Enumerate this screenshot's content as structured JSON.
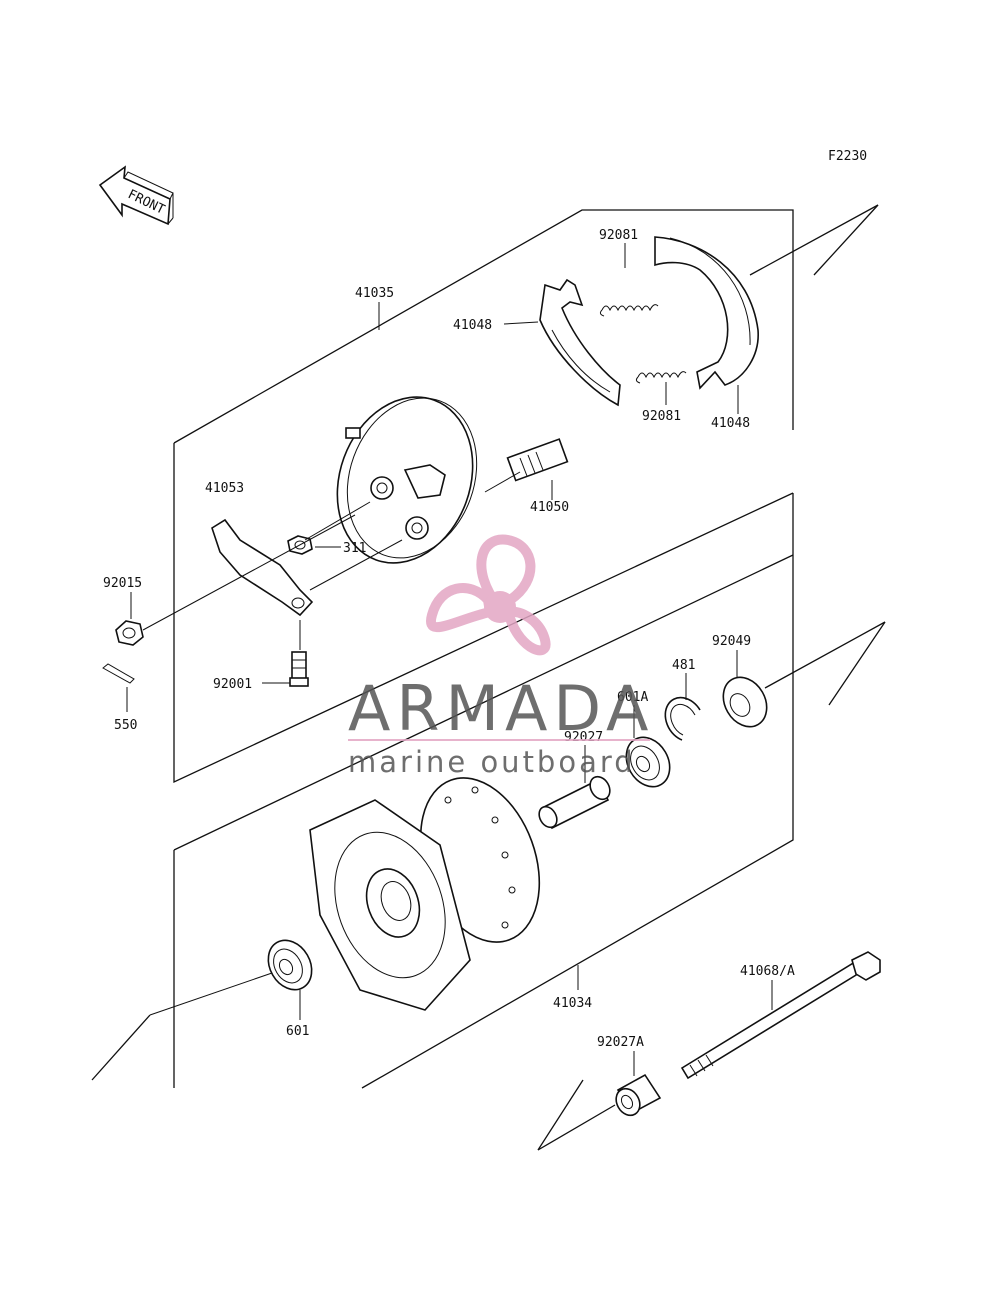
{
  "diagram": {
    "code": "F2230",
    "front_label": "FRONT",
    "parts": {
      "p41035": "41035",
      "p41048_left": "41048",
      "p41048_right": "41048",
      "p92081_top": "92081",
      "p92081_bottom": "92081",
      "p41050": "41050",
      "p41053": "41053",
      "p311": "311",
      "p92015": "92015",
      "p92001": "92001",
      "p550": "550",
      "p92049": "92049",
      "p481": "481",
      "p601A": "601A",
      "p92027": "92027",
      "p601": "601",
      "p41034": "41034",
      "p41068A": "41068/A",
      "p92027A": "92027A"
    }
  },
  "watermark": {
    "brand": "ARMADA",
    "tagline": "marine outboard",
    "colors": {
      "logo": "#e3a6c4",
      "text": "#555555"
    }
  }
}
